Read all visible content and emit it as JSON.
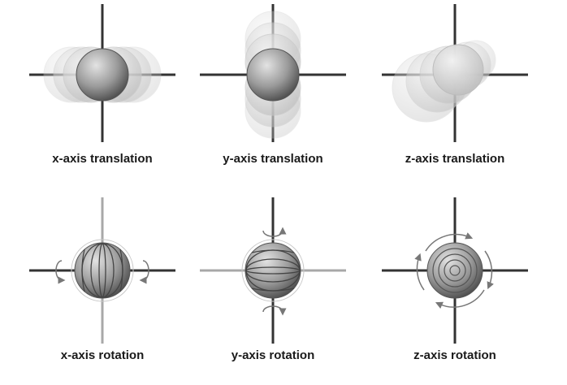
{
  "panels": [
    {
      "id": "x-axis-translation",
      "caption": "x-axis translation"
    },
    {
      "id": "y-axis-translation",
      "caption": "y-axis translation"
    },
    {
      "id": "z-axis-translation",
      "caption": "z-axis translation"
    },
    {
      "id": "x-axis-rotation",
      "caption": "x-axis rotation"
    },
    {
      "id": "y-axis-rotation",
      "caption": "y-axis rotation"
    },
    {
      "id": "z-axis-rotation",
      "caption": "z-axis rotation"
    }
  ],
  "colors": {
    "axis": "#333333",
    "axis_light": "#a8a8a8",
    "sphere_light": "#e0e0e0",
    "sphere_dark": "#454545",
    "arrow": "#777777"
  }
}
